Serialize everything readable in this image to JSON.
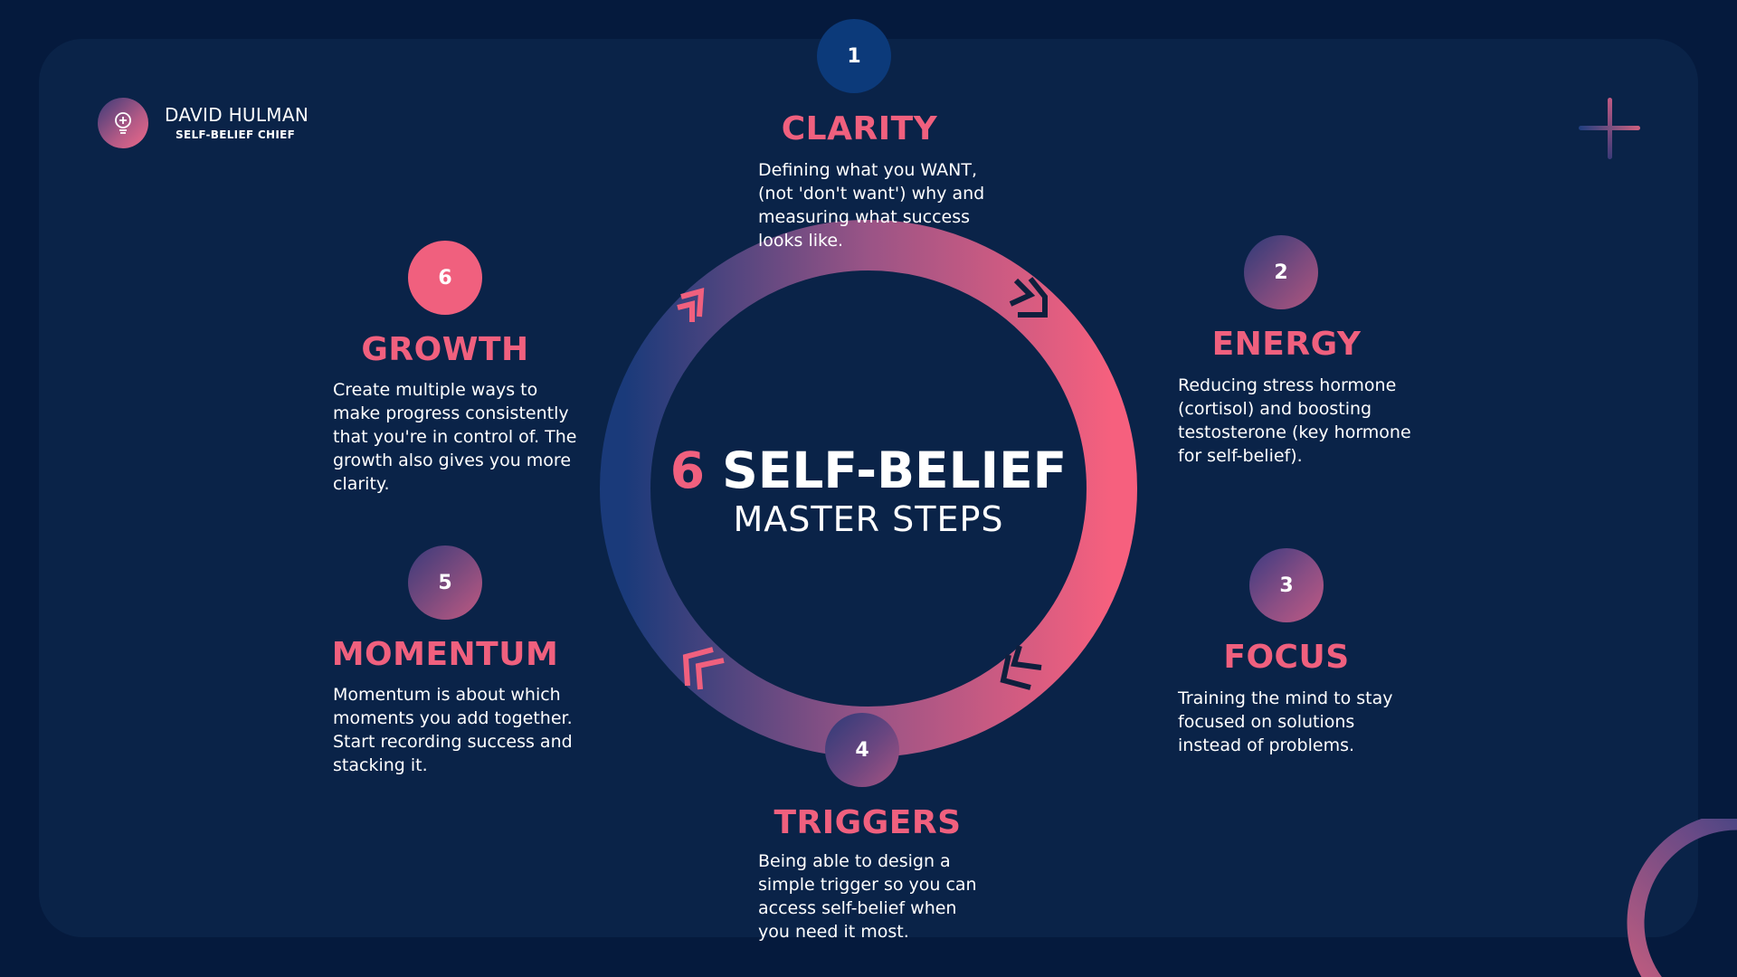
{
  "brand": {
    "name": "DAVID HULMAN",
    "subtitle": "SELF-BELIEF CHIEF",
    "logo_icon": "lightbulb-icon"
  },
  "title": {
    "number": "6",
    "main": "SELF-BELIEF",
    "sub": "MASTER STEPS"
  },
  "colors": {
    "background": "#051a3d",
    "panel": "#0a2348",
    "accent": "#f0607e",
    "navy": "#0c3a7a",
    "purple": "#3a3a78"
  },
  "steps": [
    {
      "number": "1",
      "title": "CLARITY",
      "description": "Defining what you WANT, (not 'don't want') why and measuring what success looks like."
    },
    {
      "number": "2",
      "title": "ENERGY",
      "description": "Reducing stress hormone (cortisol) and boosting testosterone (key hormone for self-belief)."
    },
    {
      "number": "3",
      "title": "FOCUS",
      "description": "Training the mind to stay focused on solutions instead of problems."
    },
    {
      "number": "4",
      "title": "TRIGGERS",
      "description": "Being able to design a simple trigger so you can access self-belief when you need it most."
    },
    {
      "number": "5",
      "title": "MOMENTUM",
      "description": "Momentum is about which moments you add together. Start recording success and stacking it."
    },
    {
      "number": "6",
      "title": "GROWTH",
      "description": "Create multiple ways to make progress consistently that you're in control of. The growth also gives you more clarity."
    }
  ]
}
